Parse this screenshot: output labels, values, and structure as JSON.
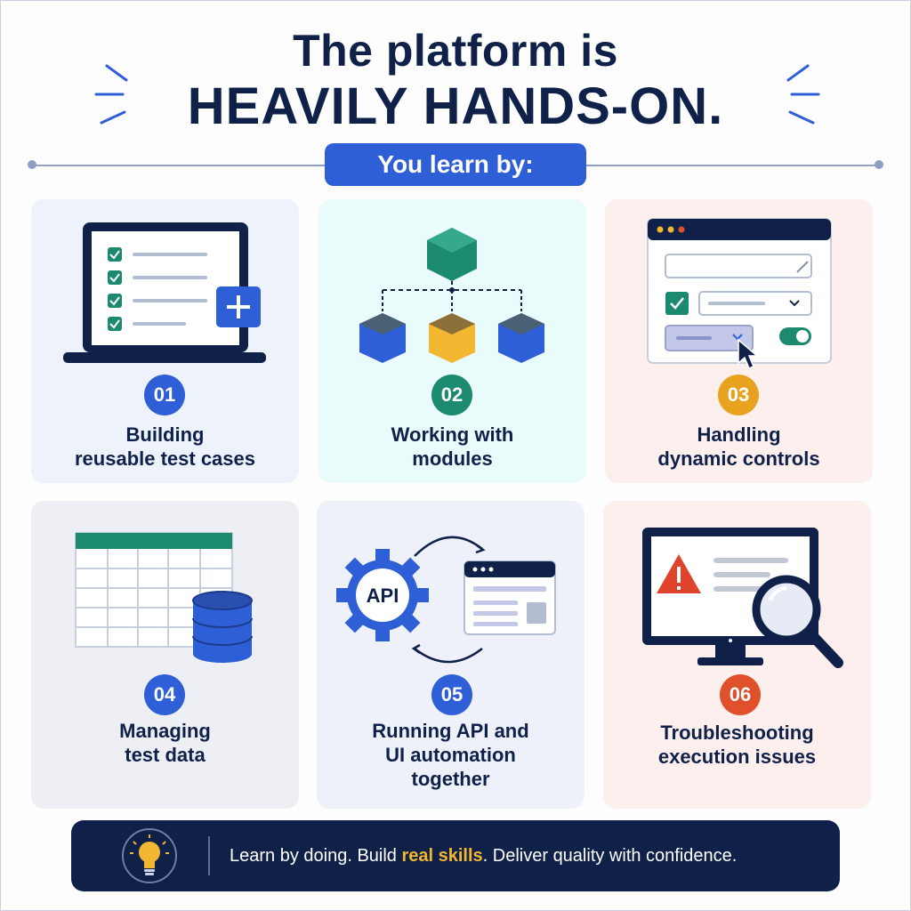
{
  "header": {
    "title_line1": "The platform is",
    "title_line2": "HEAVILY HANDS-ON.",
    "subtitle": "You learn by:"
  },
  "cards": [
    {
      "number": "01",
      "line1": "Building",
      "line2": "reusable test cases",
      "line3": "",
      "badge_color": "#2f5fd6",
      "bg_color": "#eef2fb"
    },
    {
      "number": "02",
      "line1": "Working with",
      "line2": "modules",
      "line3": "",
      "badge_color": "#1c8a6f",
      "bg_color": "#eafbfb"
    },
    {
      "number": "03",
      "line1": "Handling",
      "line2": "dynamic controls",
      "line3": "",
      "badge_color": "#e8a21f",
      "bg_color": "#fcefee"
    },
    {
      "number": "04",
      "line1": "Managing",
      "line2": "test data",
      "line3": "",
      "badge_color": "#2f5fd6",
      "bg_color": "#eeeff4"
    },
    {
      "number": "05",
      "line1": "Running API and",
      "line2": "UI automation",
      "line3": "together",
      "badge_color": "#2f5fd6",
      "bg_color": "#eef1fa"
    },
    {
      "number": "06",
      "line1": "Troubleshooting",
      "line2": "execution issues",
      "line3": "",
      "badge_color": "#e0502b",
      "bg_color": "#fcefee"
    }
  ],
  "illustrations": {
    "api_label": "API"
  },
  "footer": {
    "text_before": "Learn by doing. Build ",
    "highlight": "real skills",
    "text_after": ". Deliver quality with confidence."
  },
  "colors": {
    "navy": "#0f2148",
    "blue": "#2f5fd6",
    "teal": "#1c8a6f",
    "yellow": "#f2b630",
    "orange": "#e0502b",
    "red": "#e0432b"
  },
  "icons": [
    "laptop-checklist-icon",
    "module-hierarchy-icon",
    "dynamic-controls-window-icon",
    "data-grid-database-icon",
    "api-gear-sync-icon",
    "monitor-warning-magnifier-icon",
    "lightbulb-icon"
  ]
}
